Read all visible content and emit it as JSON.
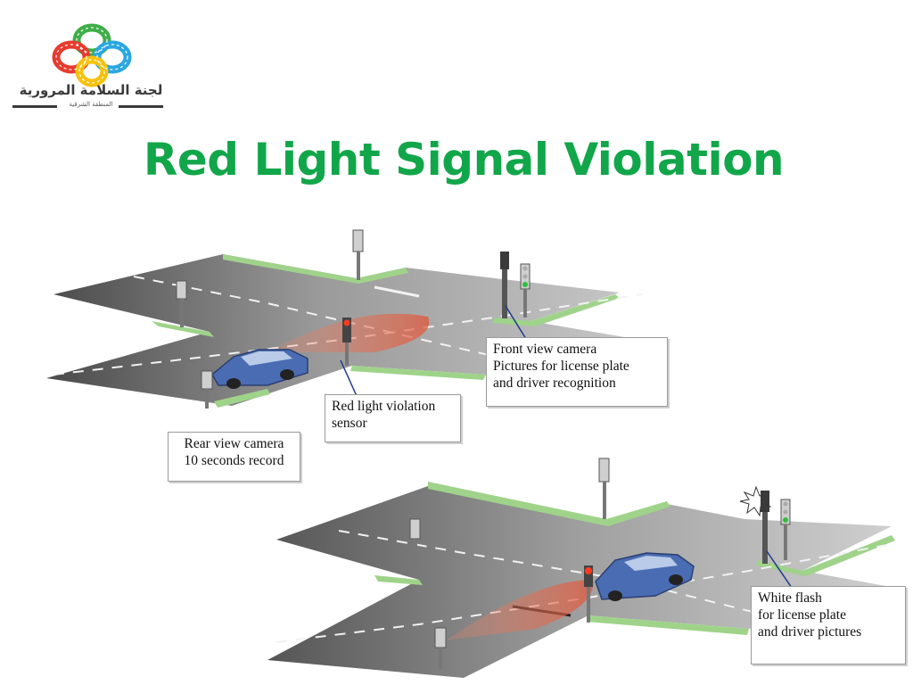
{
  "logo": {
    "name": "لجنة السلامة المرورية",
    "subtitle": "المنطقة الشرقية",
    "colors": [
      "#e63b2e",
      "#2aa7e0",
      "#f6c20e",
      "#3fae49"
    ]
  },
  "title": "Red Light Signal Violation",
  "colors": {
    "title": "#12a64a",
    "road": "#7d7d7d",
    "curb": "#9fd38a",
    "light_beam": "#e8664a"
  },
  "callouts": {
    "front_camera": "Front view camera\nPictures for license plate\nand driver recognition",
    "sensor": "Red light violation\nsensor",
    "rear_camera": "Rear view camera\n10 seconds record",
    "flash": "White flash\nfor license plate\nand driver pictures"
  }
}
